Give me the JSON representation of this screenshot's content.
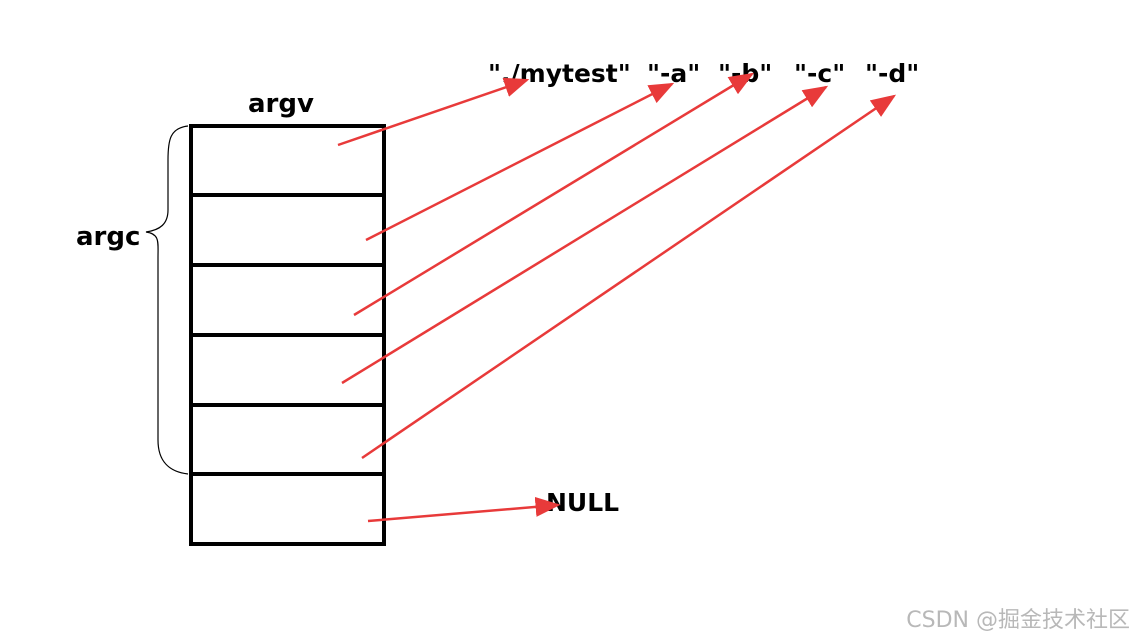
{
  "array_label": "argv",
  "count_label": "argc",
  "strings": [
    "\"./mytest\"",
    "\"-a\"",
    "\"-b\"",
    "\"-c\"",
    "\"-d\""
  ],
  "terminator": "NULL",
  "cell_count": 6,
  "watermark": "CSDN @掘金技术社区",
  "colors": {
    "arrow": "#e83a3a",
    "box": "#000000",
    "text": "#000000",
    "watermark": "#b8b8b8"
  }
}
